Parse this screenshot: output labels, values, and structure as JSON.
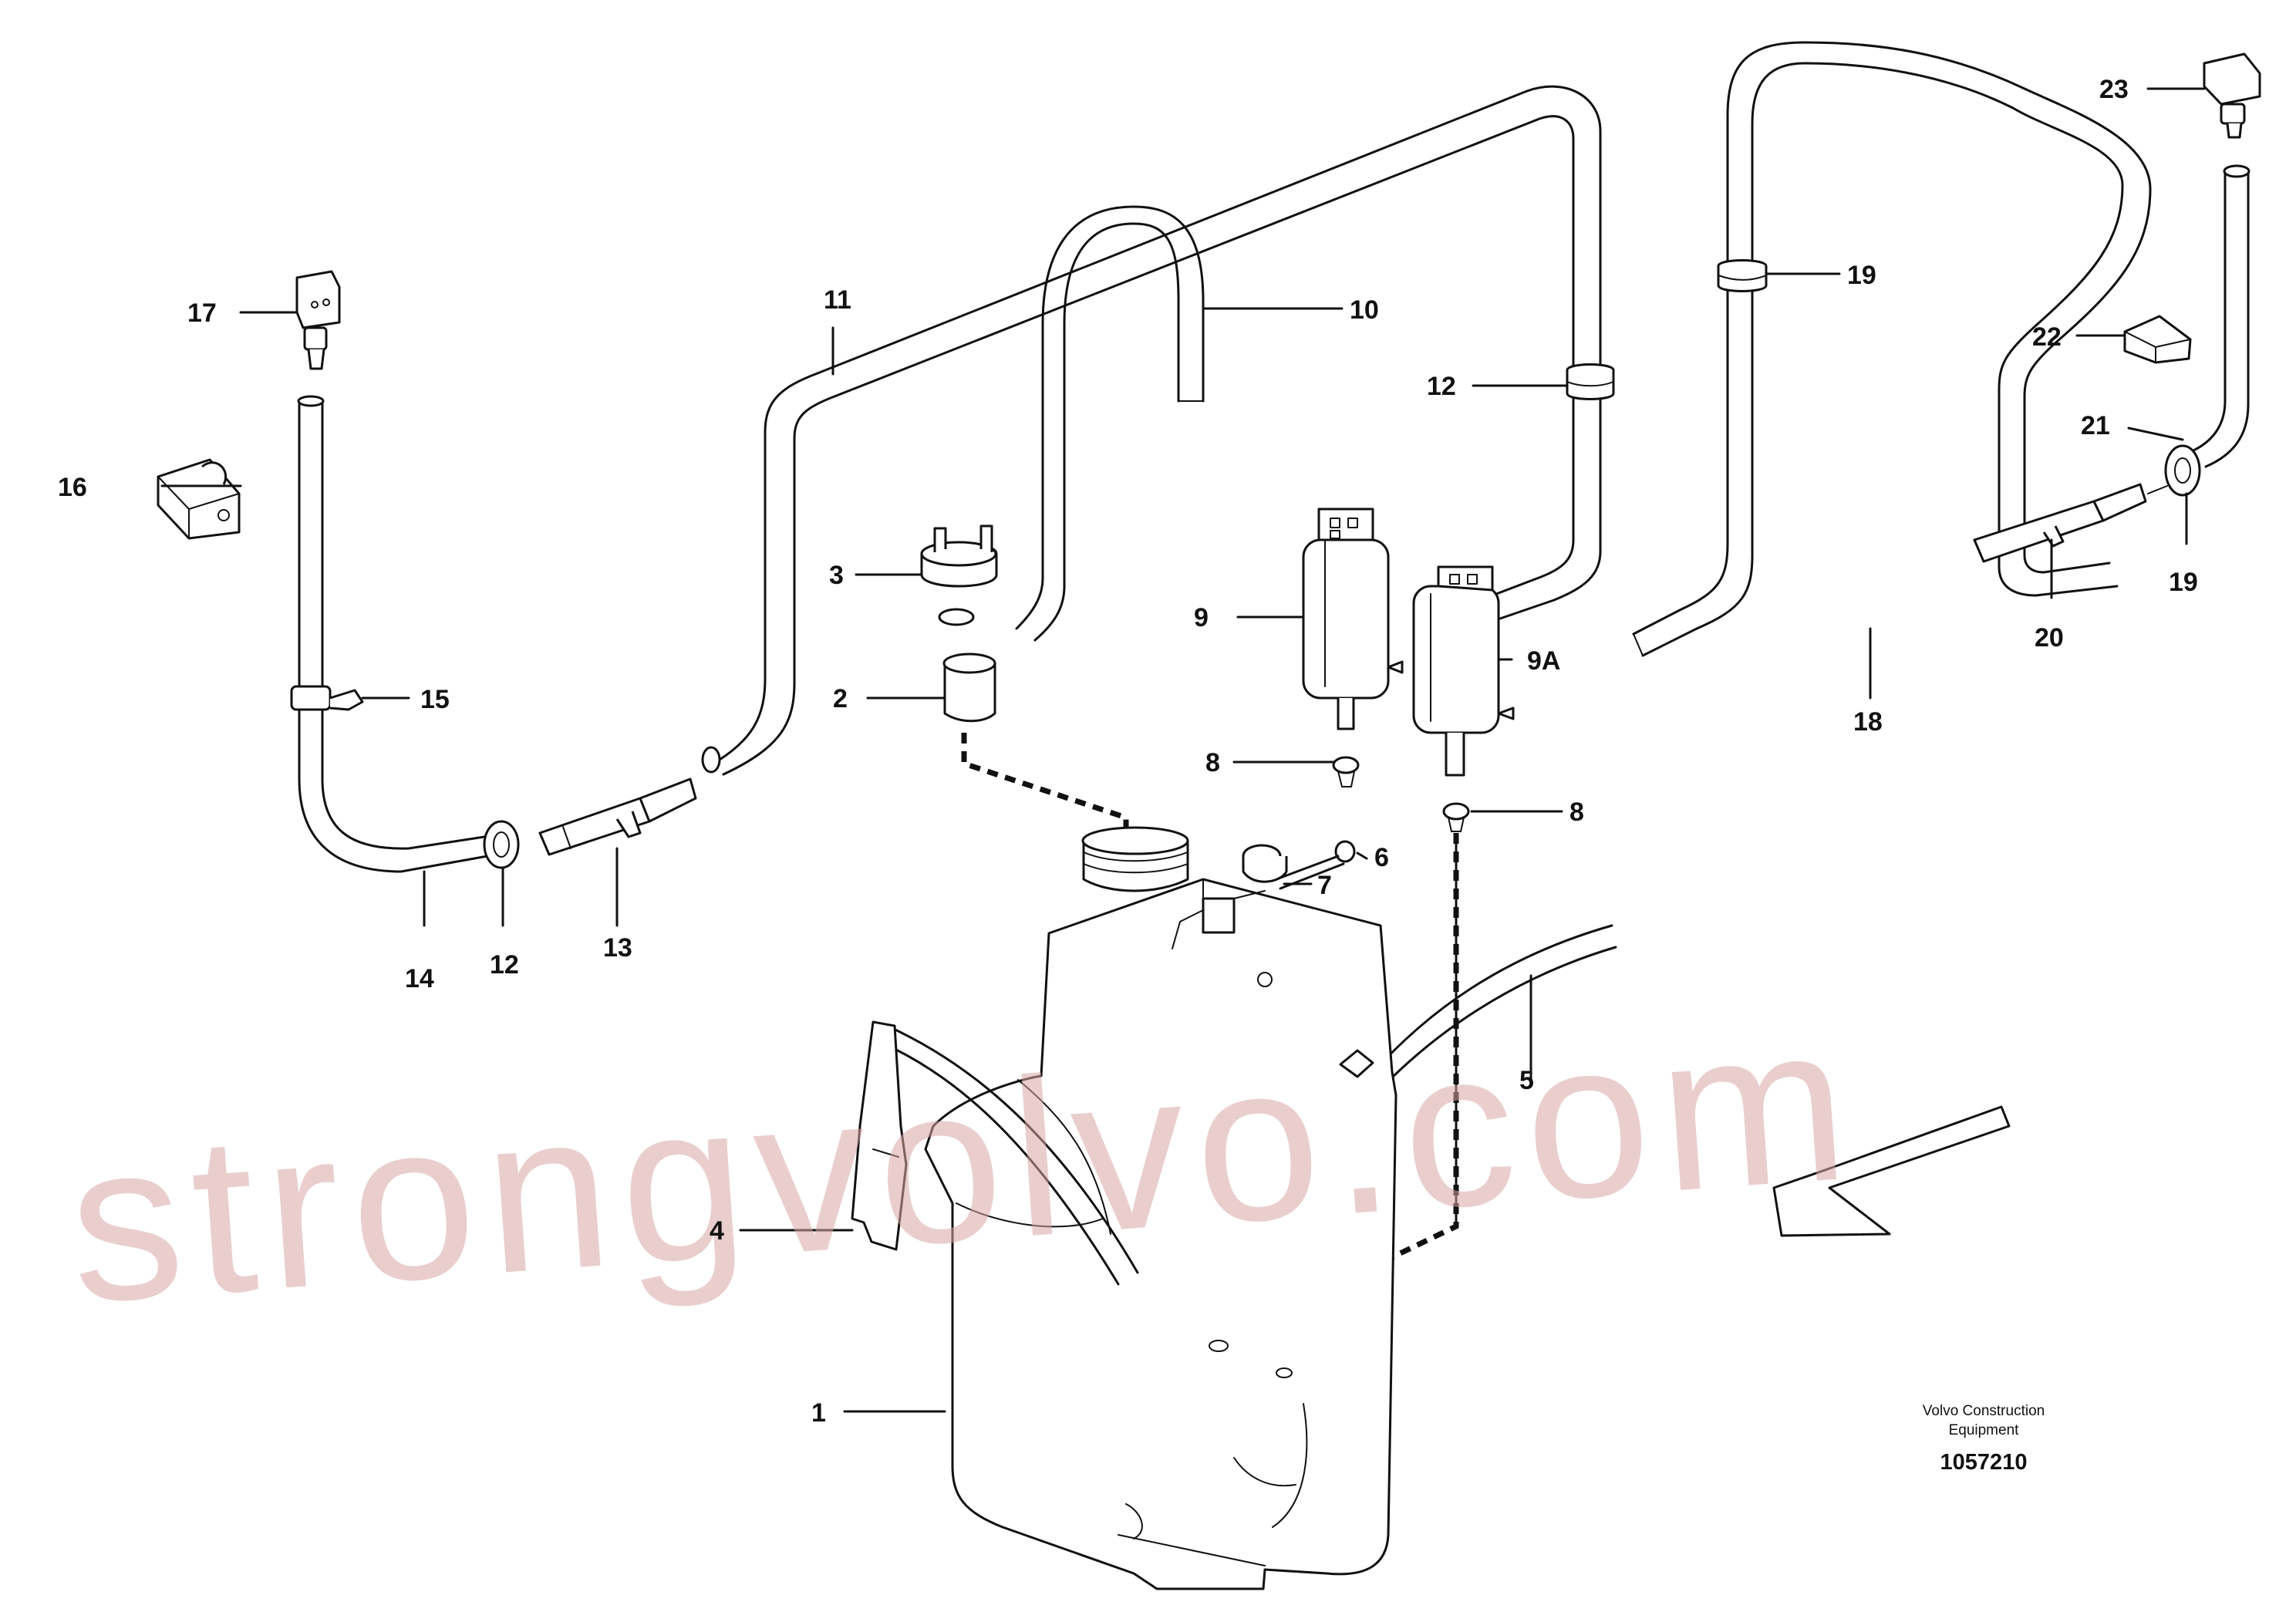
{
  "drawing": {
    "part_callouts": [
      "1",
      "2",
      "3",
      "4",
      "5",
      "6",
      "7",
      "8",
      "8",
      "9",
      "9A",
      "10",
      "11",
      "12",
      "12",
      "13",
      "14",
      "15",
      "16",
      "17",
      "18",
      "19",
      "19",
      "20",
      "21",
      "22",
      "23"
    ],
    "caption": {
      "line1": "Volvo Construction",
      "line2": "Equipment"
    },
    "drawing_number": "1057210",
    "watermark": "strongvolvo.com"
  }
}
